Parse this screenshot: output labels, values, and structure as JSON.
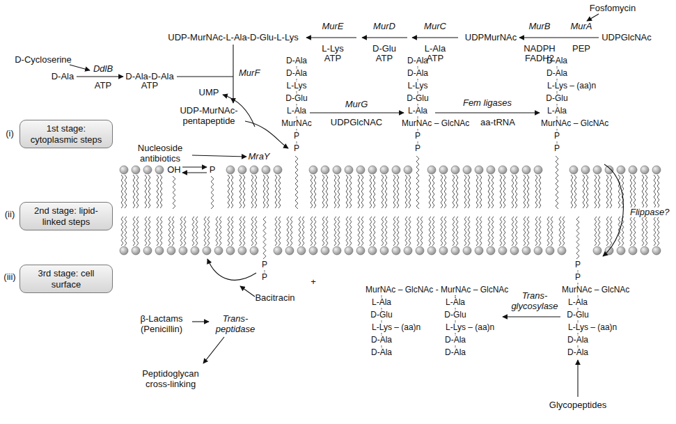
{
  "diagram": {
    "nodes": [
      {
        "text": [
          "1st stage: cytoplasmic steps"
        ]
      },
      {
        "text": [
          "2nd stage: lipid-linked steps"
        ]
      },
      {
        "text": [
          "3rd stage: cell surface"
        ]
      }
    ],
    "labels": [
      "Fosfomycin",
      "MurE",
      "MurD",
      "MurC",
      "MurB",
      "MurA",
      "UDP-MurNAc-L-Ala-D-Glu-L-Lys",
      "UDPMurNAc",
      "UDPGlcNAc",
      "L-Lys",
      "ATP",
      "D-Glu",
      "ATP",
      "L-Ala",
      "ATP",
      "NADPH",
      "FADH2",
      "PEP",
      "D-Cycloserine",
      "DdlB",
      "D-Ala",
      "D-Ala-D-Ala",
      "ATP",
      "ATP",
      "MurF",
      "(i)",
      "UMP",
      "UDP-MurNAc- pentapeptide",
      "Nucleoside antibiotics",
      "MraY",
      "D-Ala",
      "D-Ala",
      "L-Lys",
      "D-Glu",
      "L-Ala",
      "MurNAc",
      "P",
      "P",
      "MurG",
      "UDPGlcNAC",
      "D-Ala",
      "D-Ala",
      "L-Lys",
      "D-Glu",
      "L-Ala",
      "MurNAc – GlcNAc",
      "P",
      "P",
      "Fem ligases",
      "aa-tRNA",
      "D-Ala",
      "D-Ala",
      "L-Lys – (aa)n",
      "D-Glu",
      "L-Ala",
      "MurNAc – GlcNAc",
      "P",
      "P",
      "OH",
      "P",
      "(ii)",
      "Flippase?",
      "(iii)",
      "P",
      "P",
      "+",
      "Bacitracin",
      "MurNAc – GlcNAc - MurNAc – GlcNAc",
      "L-Ala",
      "D-Glu",
      "L-Lys – (aa)n",
      "D-Ala",
      "D-Ala",
      "L-Ala",
      "D-Glu",
      "L-Lys – (aa)n",
      "D-Ala",
      "D-Ala",
      "P",
      "P",
      "MurNAc – GlcNAc",
      "L-Ala",
      "D-Glu",
      "L-Lys – (aa)n",
      "D-Ala",
      "D-Ala",
      "Trans- glycosylase",
      "β-Lactams (Penicillin)",
      "Trans- peptidase",
      "Peptidoglycan cross-linking",
      "Glycopeptides"
    ]
  }
}
